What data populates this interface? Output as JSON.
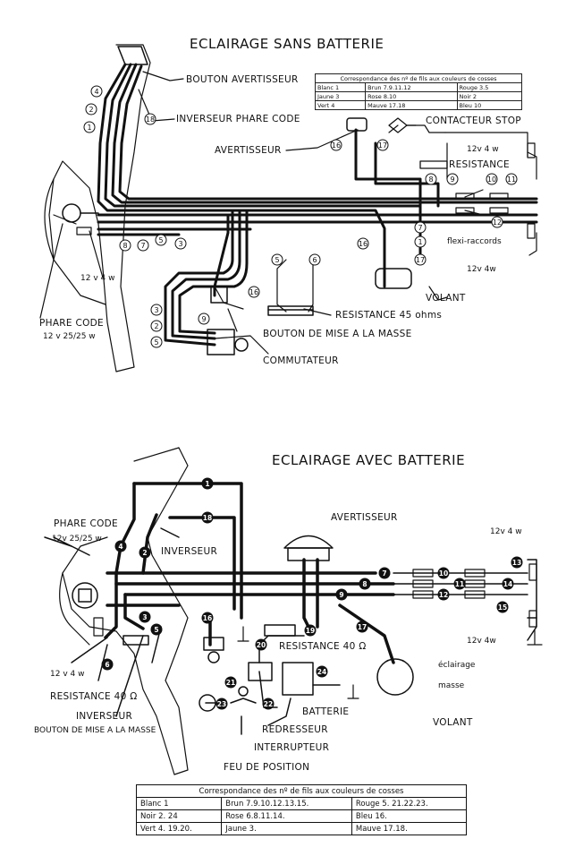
{
  "top": {
    "title": "ECLAIRAGE SANS BATTERIE",
    "labels": {
      "bouton_avertisseur": "BOUTON AVERTISSEUR",
      "inverseur_phare_code": "INVERSEUR PHARE CODE",
      "avertisseur": "AVERTISSEUR",
      "contacteur_stop": "CONTACTEUR STOP",
      "lamp_top": "12v  4 w",
      "resistance": "RESISTANCE",
      "flexi_raccords": "flexi-raccords",
      "lamp_bottom": "12v  4w",
      "volant": "VOLANT",
      "resistance_45": "RESISTANCE 45 ohms",
      "bouton_masse": "BOUTON DE MISE A LA MASSE",
      "commutateur": "COMMUTATEUR",
      "phare_code": "PHARE CODE",
      "phare_code_rating": "12 v   25/25 w",
      "lamp_left": "12 v  4 w"
    },
    "legend": {
      "header": "Correspondance des nº de fils aux couleurs de cosses",
      "rows": [
        [
          "Blanc  1",
          "Brun  7.9.11.12",
          "Rouge  3.5"
        ],
        [
          "Jaune  3",
          "Rose  8.10",
          "Noir  2"
        ],
        [
          "Vert  4",
          "Mauve  17.18",
          "Bleu  10"
        ]
      ]
    },
    "wire_numbers": [
      "4",
      "2",
      "1",
      "18",
      "16",
      "17",
      "8",
      "9",
      "10",
      "11",
      "12",
      "7",
      "1",
      "17",
      "16",
      "8",
      "7",
      "5",
      "3",
      "5",
      "6",
      "16",
      "3",
      "2",
      "5",
      "9"
    ]
  },
  "bottom": {
    "title": "ECLAIRAGE AVEC BATTERIE",
    "labels": {
      "phare_code": "PHARE CODE",
      "phare_rating": "12v 25/25 w",
      "inverseur_top": "INVERSEUR",
      "avertisseur": "AVERTISSEUR",
      "lamp_top": "12v  4 w",
      "lamp_bottom": "12v 4w",
      "lamp_left": "12 v 4 w",
      "resistance_40_left": "RESISTANCE 40 Ω",
      "inverseur_bottom": "INVERSEUR",
      "bouton_masse": "BOUTON DE MISE A LA MASSE",
      "resistance_40": "RESISTANCE 40 Ω",
      "eclairage": "éclairage",
      "masse": "masse",
      "batterie": "BATTERIE",
      "redresseur": "REDRESSEUR",
      "interrupteur": "INTERRUPTEUR",
      "feu_position": "FEU DE POSITION",
      "volant": "VOLANT"
    },
    "legend": {
      "header": "Correspondance des nº de fils aux couleurs de cosses",
      "rows": [
        [
          "Blanc   1",
          "Brun   7.9.10.12.13.15.",
          "Rouge  5. 21.22.23."
        ],
        [
          "Noir    2. 24",
          "Rose   6.8.11.14.",
          "Bleu    16."
        ],
        [
          "Vert   4. 19.20.",
          "Jaune   3.",
          "Mauve  17.18."
        ]
      ]
    },
    "wire_numbers": [
      "1",
      "18",
      "4",
      "2",
      "7",
      "10",
      "13",
      "8",
      "11",
      "14",
      "9",
      "12",
      "15",
      "3",
      "5",
      "6",
      "16",
      "19",
      "17",
      "20",
      "24",
      "21",
      "23",
      "22"
    ]
  }
}
